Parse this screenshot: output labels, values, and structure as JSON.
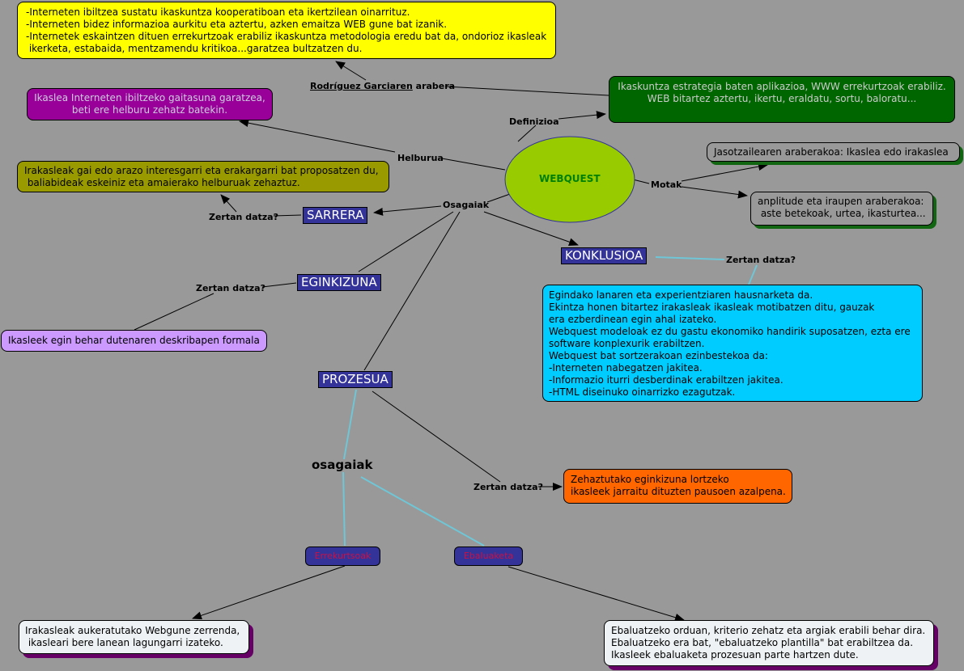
{
  "center": {
    "label": "WEBQUEST"
  },
  "labels": {
    "definizioa": "Definizioa",
    "helburua": "Helburua",
    "osagaiak": "Osagaiak",
    "motak": "Motak",
    "rodriguez_underlined": "Rodríguez Garciaren",
    "rodriguez_rest": " arabera",
    "zertan_sarrera": "Zertan datza?",
    "zertan_eginkizuna": "Zertan datza?",
    "zertan_konklusioa": "Zertan datza?",
    "zertan_prozesua": "Zertan datza?",
    "osagaiak_prozesua": "osagaiak"
  },
  "headings": {
    "sarrera": "SARRERA",
    "eginkizuna": "EGINKIZUNA",
    "konklusioa": "KONKLUSIOA",
    "prozesua": "PROZESUA",
    "errekurtsoak": "Errekurtsoak",
    "ebaluaketa": "Ebaluaketa"
  },
  "boxes": {
    "rodriguez": [
      "-Interneten ibiltzea sustatu ikaskuntza kooperatiboan eta ikertzilean oinarrituz.",
      "-Interneten bidez informazioa aurkitu eta aztertu, azken emaitza WEB gune bat izanik.",
      "-Internetek eskaintzen dituen errekurtzoak erabiliz ikaskuntza metodologia eredu bat da, ondorioz ikasleak",
      " ikerketa, estabaida, mentzamendu kritikoa...garatzea bultzatzen du."
    ],
    "helburua": [
      "Ikaslea Interneten ibiltzeko gaitasuna garatzea,",
      "beti ere helburu zehatz batekin."
    ],
    "definizioa": [
      "Ikaskuntza estrategia baten aplikazioa, WWW errekurtzoak erabiliz.",
      "WEB bitartez aztertu, ikertu, eraldatu, sortu, baloratu..."
    ],
    "motak1": [
      "Jasotzailearen araberakoa: Ikaslea edo irakaslea"
    ],
    "motak2": [
      "anplitude eta iraupen araberakoa:",
      " aste betekoak, urtea, ikasturtea..."
    ],
    "sarrera": [
      "Irakasleak gai edo arazo interesgarri eta erakargarri bat proposatzen du,",
      " baliabideak eskeiniz eta amaierako helburuak zehaztuz."
    ],
    "eginkizuna": [
      "Ikasleek egin behar dutenaren deskribapen formala"
    ],
    "konklusioa": [
      "Egindako lanaren eta experientziaren hausnarketa da.",
      "Ekintza honen bitartez irakasleak ikasleak motibatzen ditu, gauzak",
      "era ezberdinean egin ahal izateko.",
      "Webquest modeloak ez du gastu ekonomiko handirik suposatzen, ezta ere",
      "software konplexurik erabiltzen.",
      "Webquest bat sortzerakoan ezinbestekoa da:",
      "-Interneten nabegatzen jakitea.",
      "-Informazio iturri desberdinak erabiltzen jakitea.",
      "-HTML diseinuko oinarrizko ezagutzak."
    ],
    "prozesua": [
      "Zehaztutako eginkizuna lortzeko",
      "ikasleek jarraitu dituzten pausoen azalpena."
    ],
    "errekurtsoak": [
      "Irakasleak aukeratutako Webgune zerrenda,",
      " ikasleari bere lanean lagungarri izateko."
    ],
    "ebaluaketa": [
      "Ebaluatzeko orduan, kriterio zehatz eta argiak erabili behar dira.",
      "Ebaluatzeko era bat, \"ebaluatzeko plantilla\" bat erabiltzea da.",
      "Ikasleek ebaluaketa prozesuan parte hartzen dute."
    ]
  },
  "colors": {
    "background": "#999999",
    "center": "#99cc00",
    "center_text": "#008000",
    "yellow": "#ffff00",
    "purple": "#990099",
    "dark_green": "#006600",
    "olive": "#999900",
    "lavender": "#cc99ff",
    "cyan": "#00ccff",
    "orange": "#ff6600",
    "heading": "#333399",
    "light_box": "#eef2f4",
    "cyan_line": "#6fc6d6"
  }
}
